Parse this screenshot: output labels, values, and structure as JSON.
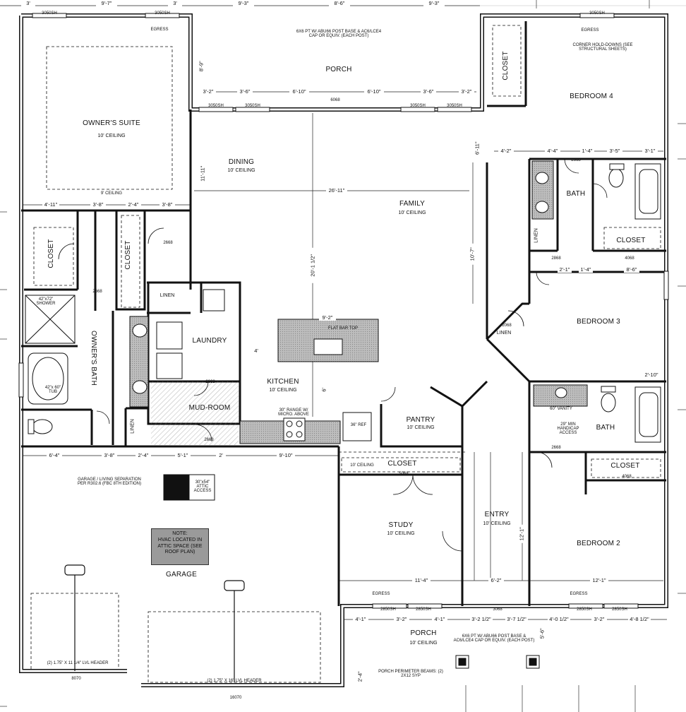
{
  "rooms": {
    "owners_suite": "OWNER'S SUITE",
    "owners_suite_ceiling": "10' CEILING",
    "owners_suite_ceiling2": "9' CEILING",
    "porch_top": "PORCH",
    "porch_post_note": "6X6 PT W/ ABU66 POST BASE & AC6/LCE4 CAP OR EQUIV. (EACH POST)",
    "dining": "DINING",
    "dining_ceiling": "10' CEILING",
    "family": "FAMILY",
    "family_ceiling": "10' CEILING",
    "bedroom4": "BEDROOM 4",
    "bedroom4_note": "CORNER HOLD-DOWNS (SEE STRUCTURAL SHEETS)",
    "closet": "CLOSET",
    "linen": "LINEN",
    "laundry": "LAUNDRY",
    "kitchen": "KITCHEN",
    "kitchen_ceiling": "10' CEILING",
    "flat_bar_top": "FLAT BAR TOP",
    "owners_bath": "OWNER'S BATH",
    "mud_room": "MUD-ROOM",
    "bath": "BATH",
    "bedroom3": "BEDROOM 3",
    "pantry": "PANTRY",
    "pantry_ceiling": "10' CEILING",
    "handicap": "29\" MIN HANDICAP ACCESS",
    "vanity": "60\" VANITY",
    "garage": "GARAGE",
    "garage_sep": "GARAGE / LIVING SEPARATION PER R302.6 (FBC 8TH EDITION)",
    "attic": "30\"x54\" ATTIC ACCESS",
    "range": "30\" RANGE W/ MICRO. ABOVE",
    "ref": "36\" REF",
    "study": "STUDY",
    "study_ceiling": "10' CEILING",
    "entry": "ENTRY",
    "entry_ceiling": "10' CEILING",
    "closet_ceiling": "10' CEILING",
    "bedroom2": "BEDROOM 2",
    "porch_bottom": "PORCH",
    "porch_bottom_ceiling": "10' CEILING",
    "porch_beams": "PORCH PERIMETER BEAMS: (2) 2X12 SYP",
    "shower": "42\"x72\" SHOWER",
    "tub": "42\"x 60\" TUB",
    "egress": "EGRESS",
    "garage_header_left": "(2) 1.75\" X 11 1/4\" LVL HEADER",
    "garage_header_right": "(2) 1.75\" X 16\" LVL HEADER",
    "door_8070": "8070",
    "door_16070": "16070"
  },
  "note": {
    "title": "NOTE:",
    "text": "HVAC LOCATED IN ATTIC SPACE (SEE ROOF PLAN)"
  },
  "windows": {
    "w3050": "3050SH",
    "w2850": "2850SH",
    "door6068": "6068",
    "door3068": "3068",
    "door2868": "2868",
    "door2668": "2668",
    "door2068": "2068",
    "door4068": "4068",
    "door5068": "5068"
  },
  "dims": {
    "top_3a": "3'",
    "top_9_7": "9'-7\"",
    "top_3b": "3'",
    "top_9_3a": "9'-3\"",
    "top_8_6": "8'-6\"",
    "top_9_3b": "9'-3\"",
    "porch_3_2": "3'-2\"",
    "porch_3_6": "3'-6\"",
    "porch_6_10a": "6'-10\"",
    "porch_6_10b": "6'-10\"",
    "porch_3_6b": "3'-6\"",
    "porch_3_2b": "3'-2\"",
    "family_26_11": "26'-11\"",
    "family_20_1": "20'-1 1/2\"",
    "family_10_7": "10'-7\"",
    "dining_11_11": "11'-11\"",
    "dining_8_9": "8'-9\"",
    "bar_9_2": "9'-2\"",
    "kitchen_6": "6'",
    "kitchen_4": "4'",
    "g_6_4": "6'-4\"",
    "g_3_8": "3'-8\"",
    "g_2_4": "2'-4\"",
    "g_5_1": "5'-1\"",
    "g_2": "2'",
    "g_9_10": "9'-10\"",
    "study_11_4": "11'-4\"",
    "entry_6_2": "6'-2\"",
    "bed2_12_1": "12'-1\"",
    "entry_12_1": "12'-1\"",
    "b_4_1": "4'-1\"",
    "b_3_2": "3'-2\"",
    "b_4_1b": "4'-1\"",
    "b_3_2_5": "3'-2 1/2\"",
    "b_3_7_5": "3'-7 1/2\"",
    "b_4_0_5": "4'-0 1/2\"",
    "b_3_2b": "3'-2\"",
    "b_4_8_5": "4'-8 1/2\"",
    "os_4_11": "4'-11\"",
    "os_3_8": "3'-8\"",
    "os_2_4": "2'-4\"",
    "os_3_8b": "3'-8\"",
    "bed4_4_2": "4'-2\"",
    "bed4_4_4": "4'-4\"",
    "bed4_1_4": "1'-4\"",
    "bed4_3_5": "3'-5\"",
    "bed4_3_1": "3'-1\"",
    "bed4_6_11": "6'-11\"",
    "bath_2_1": "2'-1\"",
    "bath_1_4": "1'-4\"",
    "bath_8_6": "8'-6\"",
    "bed3_2_10": "2'-10\"",
    "porch_5_6": "5'-6\"",
    "porch_2_4": "2'-4\""
  }
}
